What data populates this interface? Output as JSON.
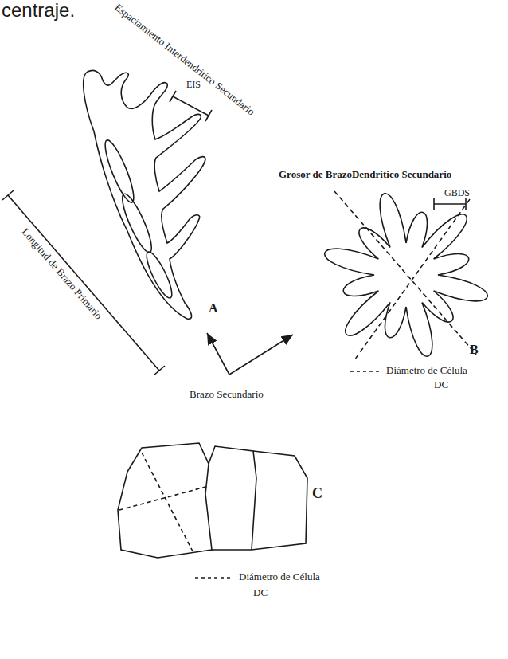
{
  "diagram": {
    "labels": [
      "centraje.",
      "Espaciamiento Interdendritico Secundario",
      "EIS",
      "Longitud de Brazo Primario",
      "A",
      "Brazo Secundario",
      "Grosor de BrazoDendritico Secundario",
      "GBDS",
      "B",
      "Diámetro de Célula",
      "DC",
      "C",
      "Diámetro de Célula",
      "DC"
    ]
  }
}
